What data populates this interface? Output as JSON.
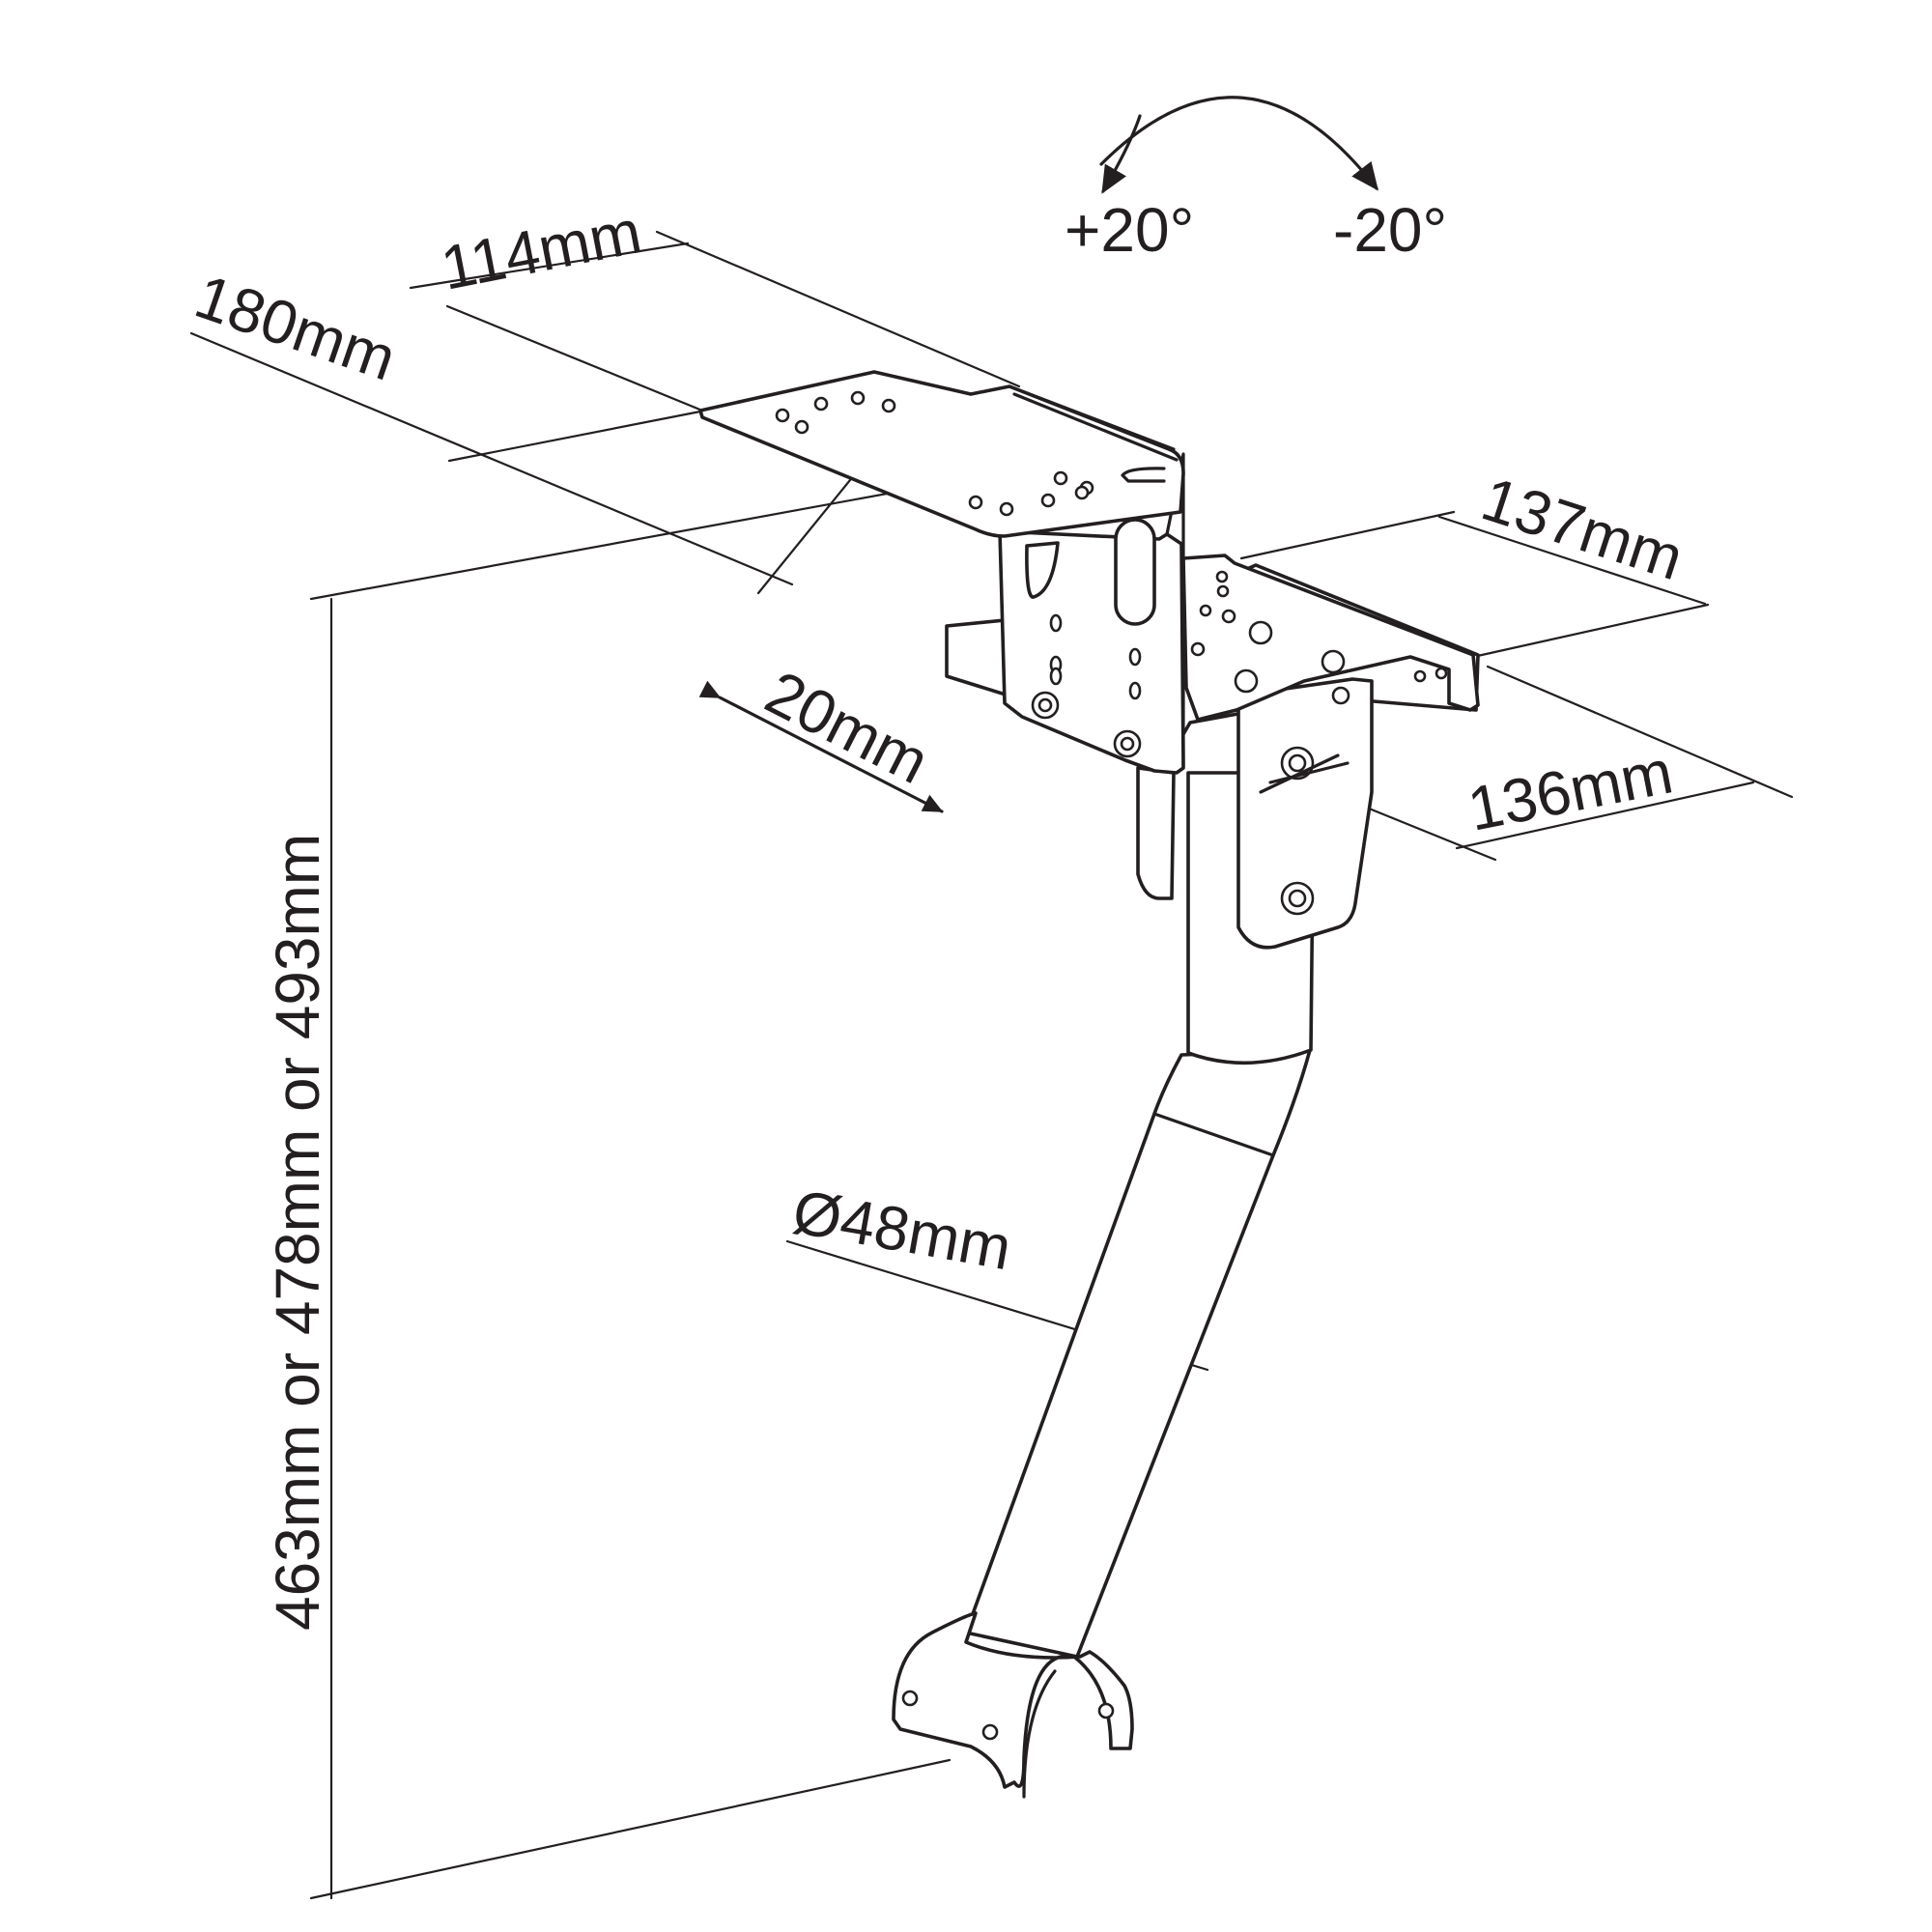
{
  "dimensions": {
    "top_plate_width": "114mm",
    "top_plate_length": "180mm",
    "lower_plate_width": "137mm",
    "lower_plate_length": "136mm",
    "offset": "20mm",
    "tube_diameter": "Ø48mm",
    "height_options": "463mm or 478mm or 493mm"
  },
  "tilt": {
    "plus": "+20°",
    "minus": "-20°"
  },
  "colors": {
    "line": "#231f20",
    "background": "#ffffff"
  }
}
